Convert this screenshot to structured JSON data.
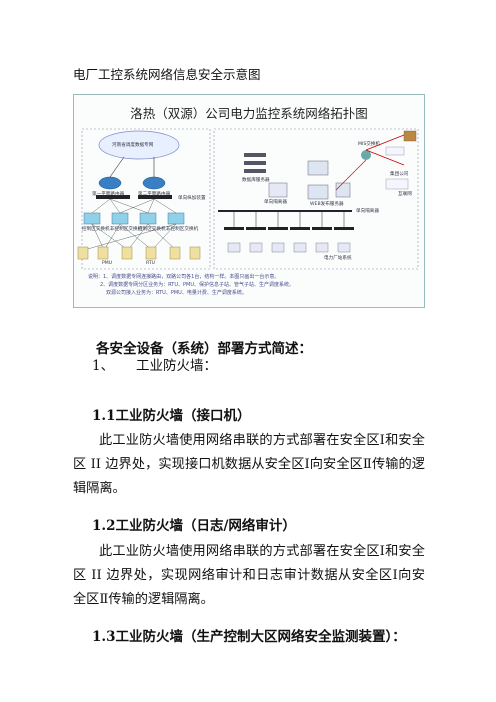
{
  "doc_title": "电厂工控系统网络信息安全示意图",
  "figure": {
    "title": "洛热（双源）公司电力监控系统网络拓扑图",
    "labels": {
      "cloud": "河南省调度数据专网",
      "router1": "第一平面路由器",
      "router2": "第二平面路由器",
      "isolation_device": "单向纵加装置",
      "sw1": "控制区交换机",
      "sw2": "非控制区交换机",
      "sw3": "控制区交换机",
      "sw4": "非控制区交换机",
      "pmu": "PMU",
      "rtu": "RTU",
      "web_server": "数据库服务器",
      "firewall_sw": "单向隔离器",
      "web": "WEB发布服务器",
      "mis": "MIS交换机",
      "internet": "互联网",
      "group": "集团公司",
      "bus": "单向隔离器",
      "plant": "电力厂站系统"
    },
    "notes": [
      "说明：1、调度数据专网连接路由，双路公司各1台，结构一样。本图只画出一台示意。",
      "2、调度数据专网分区业务为：RTU、PMU、保护信息子站、管气子站、生产调度系统。",
      "双源公司接入业务为：RTU、PMU、电量计费、生产调度系统。"
    ]
  },
  "section_heading": "各安全设备（系统）部署方式简述：",
  "h1": {
    "num": "1、",
    "text": "工业防火墙："
  },
  "h2_1": "1.1工业防火墙（接口机）",
  "p1": "此工业防火墙使用网络串联的方式部署在安全区Ⅰ和安全区 II 边界处，实现接口机数据从安全区Ⅰ向安全区Ⅱ传输的逻辑隔离。",
  "h2_2": "1.2工业防火墙（日志/网络审计）",
  "p2": "此工业防火墙使用网络串联的方式部署在安全区Ⅰ和安全区 II 边界处，实现网络审计和日志审计数据从安全区Ⅰ向安全区Ⅱ传输的逻辑隔离。",
  "h2_3": "1.3工业防火墙（生产控制大区网络安全监测装置）："
}
